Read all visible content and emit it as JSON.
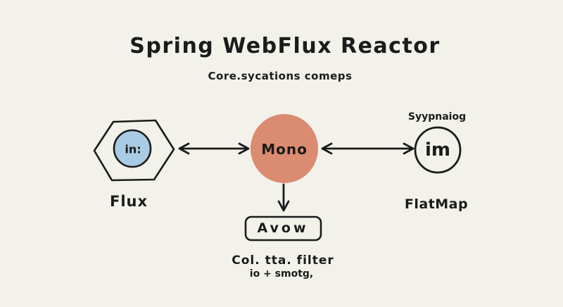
{
  "title": "Spring WebFlux Reactor",
  "subtitle": "Core.sycations comeps",
  "nodes": {
    "flux": {
      "shape": "hexagon-with-inner-circle",
      "label": "Flux",
      "inner_text": "in:"
    },
    "mono": {
      "shape": "filled-circle",
      "label": "Mono"
    },
    "flatmap": {
      "shape": "outlined-circle",
      "label": "FlatMap",
      "inner_text": "im",
      "above_text": "Syypnaiog"
    },
    "avow": {
      "shape": "rounded-rectangle",
      "label": "Avow"
    }
  },
  "edges": [
    {
      "from": "flux",
      "to": "mono",
      "type": "bidirectional-arrow"
    },
    {
      "from": "mono",
      "to": "flatmap",
      "type": "bidirectional-arrow"
    },
    {
      "from": "mono",
      "to": "avow",
      "type": "down-arrow"
    }
  ],
  "caption": {
    "line1": "Col. tta. filter",
    "line2": "io + smotg,"
  },
  "colors": {
    "background": "#F2F1EA",
    "ink": "#1b1b1b",
    "mono_fill": "#DB8C70",
    "flux_inner_fill": "#A9CBE3"
  }
}
